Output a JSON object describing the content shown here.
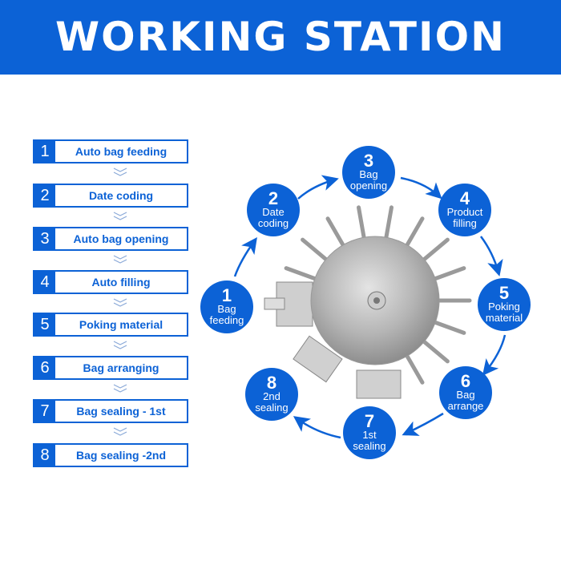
{
  "header": {
    "title": "WORKING STATION"
  },
  "steps": [
    {
      "num": "1",
      "label": "Auto bag feeding"
    },
    {
      "num": "2",
      "label": "Date coding"
    },
    {
      "num": "3",
      "label": "Auto bag opening"
    },
    {
      "num": "4",
      "label": "Auto filling"
    },
    {
      "num": "5",
      "label": "Poking material"
    },
    {
      "num": "6",
      "label": "Bag arranging"
    },
    {
      "num": "7",
      "label": "Bag sealing - 1st"
    },
    {
      "num": "8",
      "label": "Bag sealing -2nd"
    }
  ],
  "stations": [
    {
      "num": "1",
      "l1": "Bag",
      "l2": "feeding"
    },
    {
      "num": "2",
      "l1": "Date",
      "l2": "coding"
    },
    {
      "num": "3",
      "l1": "Bag",
      "l2": "opening"
    },
    {
      "num": "4",
      "l1": "Product",
      "l2": "filling"
    },
    {
      "num": "5",
      "l1": "Poking",
      "l2": "material"
    },
    {
      "num": "6",
      "l1": "Bag",
      "l2": "arrange"
    },
    {
      "num": "7",
      "l1": "1st",
      "l2": "sealing"
    },
    {
      "num": "8",
      "l1": "2nd",
      "l2": "sealing"
    }
  ],
  "colors": {
    "brand": "#0c62d6"
  }
}
